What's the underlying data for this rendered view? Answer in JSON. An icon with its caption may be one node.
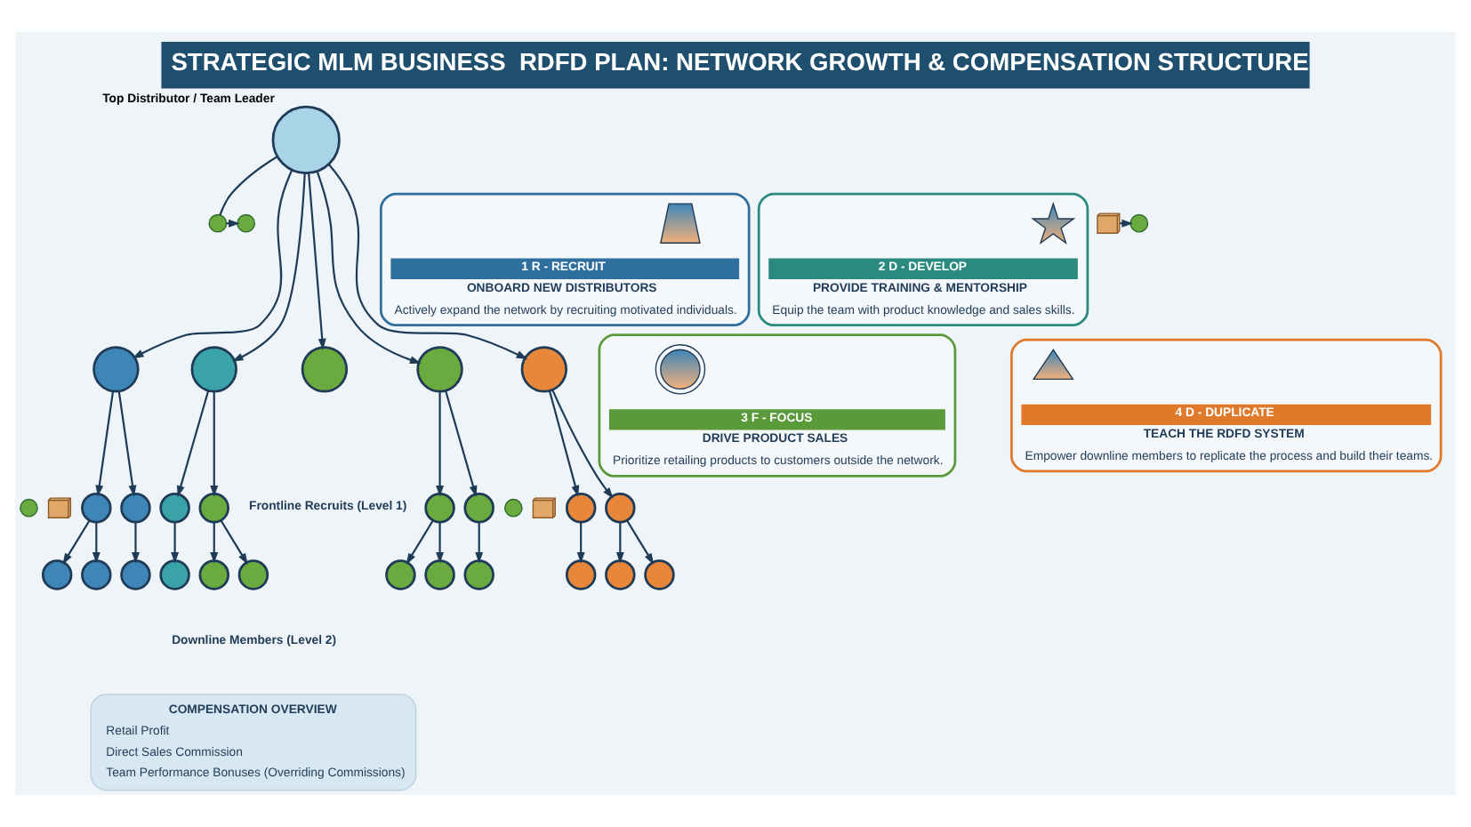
{
  "diagram": {
    "title": "STRATEGIC MLM BUSINESS  RDFD PLAN: NETWORK GROWTH & COMPENSATION STRUCTURE",
    "nodes": [
      {
        "text": [],
        "shape": "person",
        "beside": [
          "Top Distributor / Team Leader"
        ]
      },
      {
        "text": [],
        "shape": "circle"
      },
      {
        "text": [],
        "shape": "circle"
      },
      {
        "text": [],
        "shape": "circle"
      },
      {
        "text": [],
        "shape": "picture"
      },
      {
        "text": [],
        "shape": "person"
      },
      {
        "text": [],
        "shape": "person"
      },
      {
        "text": [],
        "shape": "person"
      },
      {
        "text": [],
        "shape": "person"
      },
      {
        "text": [],
        "shape": "person"
      },
      {
        "text": [],
        "shape": "circle"
      },
      {
        "text": [],
        "shape": "picture"
      },
      {
        "text": [],
        "shape": "circle"
      },
      {
        "text": [],
        "shape": "picture"
      },
      {
        "text": [],
        "shape": "person"
      },
      {
        "text": [],
        "shape": "person"
      },
      {
        "text": [],
        "shape": "person"
      },
      {
        "text": [],
        "shape": "person"
      },
      {
        "text": [],
        "shape": "person"
      },
      {
        "text": [],
        "shape": "person"
      },
      {
        "text": [],
        "shape": "person"
      },
      {
        "text": [],
        "shape": "person"
      },
      {
        "text": [],
        "shape": "person"
      },
      {
        "text": [],
        "shape": "person"
      },
      {
        "text": [],
        "shape": "person"
      },
      {
        "text": [],
        "shape": "person"
      },
      {
        "text": [],
        "shape": "person"
      },
      {
        "text": [],
        "shape": "person"
      },
      {
        "text": [],
        "shape": "person"
      },
      {
        "text": [],
        "shape": "person"
      },
      {
        "text": [],
        "shape": "person"
      },
      {
        "text": [],
        "shape": "person"
      },
      {
        "text": [],
        "shape": "person"
      },
      {
        "text": [],
        "shape": "person"
      },
      {
        "text": [
          "COMPENSATION OVERVIEW",
          "Retail Profit",
          "Direct Sales Commission",
          "Team Performance Bonuses (Overriding Commissions)"
        ]
      },
      {
        "text": [
          "1 R - RECRUIT",
          "ONBOARD NEW DISTRIBUTORS",
          "Actively expand the network by recruiting motivated individuals."
        ]
      },
      {
        "text": [],
        "shape": "picture",
        "in": 35
      },
      {
        "text": [
          "2 D - DEVELOP",
          "PROVIDE TRAINING & MENTORSHIP",
          "Equip the team with product knowledge and sales skills."
        ]
      },
      {
        "text": [],
        "shape": "picture",
        "in": 37
      },
      {
        "text": [
          "3 F - FOCUS",
          "DRIVE PRODUCT SALES",
          "Prioritize retailing products to customers outside the network."
        ]
      },
      {
        "text": [],
        "shape": "picture",
        "in": 39
      },
      {
        "text": [
          "4 D - DUPLICATE",
          "TEACH THE RDFD SYSTEM",
          "Empower downline members to replicate the process and build their teams."
        ]
      },
      {
        "text": [],
        "shape": "picture",
        "in": 41
      }
    ],
    "edges": [
      {
        "from": 0,
        "to": 1,
        "arrow": "none"
      },
      {
        "from": 1,
        "to": 2,
        "arrow": "to"
      },
      {
        "from": 4,
        "to": 3,
        "arrow": "to"
      },
      {
        "from": 0,
        "to": 5,
        "arrow": "to"
      },
      {
        "from": 0,
        "to": 6,
        "arrow": "to"
      },
      {
        "from": 0,
        "to": 7,
        "arrow": "to"
      },
      {
        "from": 0,
        "to": 8,
        "arrow": "to"
      },
      {
        "from": 0,
        "to": 9,
        "arrow": "to"
      },
      {
        "from": 5,
        "to": 14,
        "arrow": "to"
      },
      {
        "from": 5,
        "to": 15,
        "arrow": "to"
      },
      {
        "from": 6,
        "to": 16,
        "arrow": "to"
      },
      {
        "from": 6,
        "to": 17,
        "arrow": "to"
      },
      {
        "from": 8,
        "to": 18,
        "arrow": "to"
      },
      {
        "from": 8,
        "to": 19,
        "arrow": "to"
      },
      {
        "from": 9,
        "to": 20,
        "arrow": "to"
      },
      {
        "from": 9,
        "to": 21,
        "arrow": "to"
      },
      {
        "from": 14,
        "to": 22,
        "arrow": "to"
      },
      {
        "from": 14,
        "to": 23,
        "arrow": "to"
      },
      {
        "from": 15,
        "to": 24,
        "arrow": "to"
      },
      {
        "from": 16,
        "to": 25,
        "arrow": "to"
      },
      {
        "from": 17,
        "to": 26,
        "arrow": "to"
      },
      {
        "from": 17,
        "to": 27,
        "arrow": "to"
      },
      {
        "from": 18,
        "to": 28,
        "arrow": "to"
      },
      {
        "from": 18,
        "to": 29,
        "arrow": "to"
      },
      {
        "from": 19,
        "to": 30,
        "arrow": "to"
      },
      {
        "from": 20,
        "to": 31,
        "arrow": "to"
      },
      {
        "from": 21,
        "to": 32,
        "arrow": "to"
      },
      {
        "from": 21,
        "to": 33,
        "arrow": "to"
      }
    ],
    "labels": [
      "Frontline Recruits (Level 1)",
      "Downline Members (Level 2)"
    ]
  }
}
